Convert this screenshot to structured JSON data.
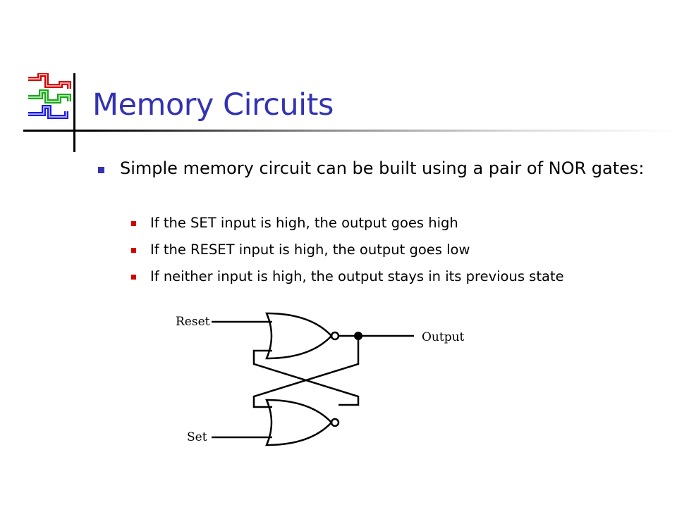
{
  "slide": {
    "title": "Memory Circuits",
    "bullet_main": "Simple memory circuit can be built using a pair of NOR gates:",
    "sub_bullets": [
      "If the SET input is high, the output goes high",
      "If the RESET input is high, the output goes low",
      "If neither input is high, the output stays in its previous state"
    ]
  },
  "diagram": {
    "label_reset": "Reset",
    "label_set": "Set",
    "label_output": "Output"
  },
  "colors": {
    "title": "#3333b2",
    "main_bullet": "#3333b2",
    "sub_bullet": "#d40000",
    "logo_red": "#d40000",
    "logo_green": "#1aa81a",
    "logo_blue": "#1a1ae6"
  }
}
